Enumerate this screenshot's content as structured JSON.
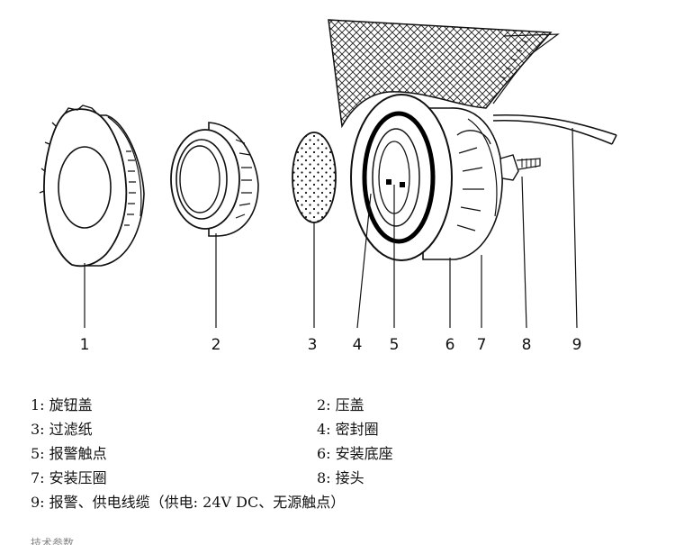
{
  "labels": [
    "1",
    "2",
    "3",
    "4",
    "5",
    "6",
    "7",
    "8",
    "9"
  ],
  "legend": [
    [
      "1:  旋钮盖",
      "2:  压盖"
    ],
    [
      "3:  过滤纸",
      "4:  密封圈"
    ],
    [
      "5:  报警触点",
      "6:  安装底座"
    ],
    [
      "7:  安装压圈",
      "8:  接头"
    ],
    [
      "9:  报警、供电线缆（供电: 24V DC、无源触点）"
    ]
  ],
  "cutoff_text": "技术参数"
}
